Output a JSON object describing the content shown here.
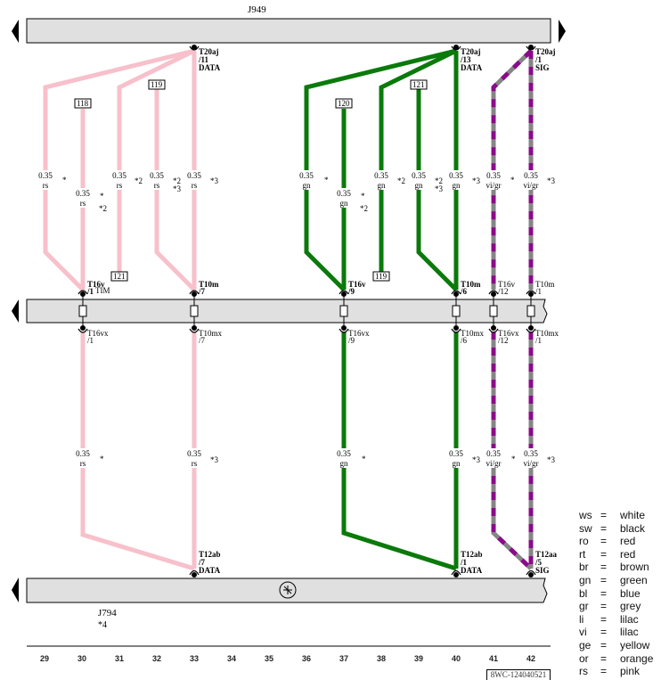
{
  "components": {
    "top": {
      "label": "J949"
    },
    "bottom": {
      "label": "J794",
      "note": "*4",
      "symbol": "ground-circle-icon"
    }
  },
  "colors": {
    "rs": "#f7c0cb",
    "gn": "#0a7a0a",
    "vi": "#8b0a8b",
    "gr": "#858585",
    "bar_fill": "#e0e0e0",
    "bar_stroke": "#000000"
  },
  "top_connectors": [
    {
      "id": "T20aj-11",
      "name": "T20aj",
      "pin": "/11",
      "signal": "DATA"
    },
    {
      "id": "T20aj-13",
      "name": "T20aj",
      "pin": "/13",
      "signal": "DATA"
    },
    {
      "id": "T20aj-1",
      "name": "T20aj",
      "pin": "/1",
      "signal": "SIG"
    }
  ],
  "middle_connectors_upper": [
    {
      "name": "T16v",
      "pin": "/1",
      "extra": "TIM"
    },
    {
      "name": "T10m",
      "pin": "/7",
      "extra": ""
    },
    {
      "name": "T16v",
      "pin": "/9",
      "extra": ""
    },
    {
      "name": "T10m",
      "pin": "/6",
      "extra": ""
    },
    {
      "name": "T16v",
      "pin": "/12",
      "extra": ""
    },
    {
      "name": "T10m",
      "pin": "/1",
      "extra": ""
    }
  ],
  "middle_connectors_lower": [
    {
      "name": "T16vx",
      "pin": "/1"
    },
    {
      "name": "T10mx",
      "pin": "/7"
    },
    {
      "name": "T16vx",
      "pin": "/9"
    },
    {
      "name": "T10mx",
      "pin": "/6"
    },
    {
      "name": "T16vx",
      "pin": "/12"
    },
    {
      "name": "T10mx",
      "pin": "/1"
    }
  ],
  "bottom_connectors": [
    {
      "name": "T12ab",
      "pin": "/7",
      "signal": "DATA"
    },
    {
      "name": "T12ab",
      "pin": "/1",
      "signal": "DATA"
    },
    {
      "name": "T12aa",
      "pin": "/5",
      "signal": "SIG"
    }
  ],
  "ref_boxes": [
    {
      "label": "118"
    },
    {
      "label": "119"
    },
    {
      "label": "121"
    },
    {
      "label": "120"
    },
    {
      "label": "121"
    },
    {
      "label": "119"
    }
  ],
  "wire_labels_upper": [
    {
      "size": "0.35",
      "color": "rs",
      "note": "*"
    },
    {
      "size": "0.35",
      "color": "rs",
      "note": "*",
      "note2": "*2"
    },
    {
      "size": "0.35",
      "color": "rs",
      "note": "*2"
    },
    {
      "size": "0.35",
      "color": "rs",
      "note": "*2",
      "note2": "*3"
    },
    {
      "size": "0.35",
      "color": "rs",
      "note": "*3"
    },
    {
      "size": "0.35",
      "color": "gn",
      "note": "*"
    },
    {
      "size": "0.35",
      "color": "gn",
      "note": "*",
      "note2": "*2"
    },
    {
      "size": "0.35",
      "color": "gn",
      "note": "*2"
    },
    {
      "size": "0.35",
      "color": "gn",
      "note": "*2",
      "note2": "*3"
    },
    {
      "size": "0.35",
      "color": "gn",
      "note": "*3"
    },
    {
      "size": "0.35",
      "color": "vi/gr",
      "note": "*"
    },
    {
      "size": "0.35",
      "color": "vi/gr",
      "note": "*3"
    }
  ],
  "wire_labels_lower": [
    {
      "size": "0.35",
      "color": "rs",
      "note": "*"
    },
    {
      "size": "0.35",
      "color": "rs",
      "note": "*3"
    },
    {
      "size": "0.35",
      "color": "gn",
      "note": "*"
    },
    {
      "size": "0.35",
      "color": "gn",
      "note": "*3"
    },
    {
      "size": "0.35",
      "color": "vi/gr",
      "note": "*"
    },
    {
      "size": "0.35",
      "color": "vi/gr",
      "note": "*3"
    }
  ],
  "column_numbers": [
    "29",
    "30",
    "31",
    "32",
    "33",
    "34",
    "35",
    "36",
    "37",
    "38",
    "39",
    "40",
    "41",
    "42"
  ],
  "legend": [
    {
      "code": "ws",
      "eq": "=",
      "name": "white"
    },
    {
      "code": "sw",
      "eq": "=",
      "name": "black"
    },
    {
      "code": "ro",
      "eq": "=",
      "name": "red"
    },
    {
      "code": "rt",
      "eq": "=",
      "name": "red"
    },
    {
      "code": "br",
      "eq": "=",
      "name": "brown"
    },
    {
      "code": "gn",
      "eq": "=",
      "name": "green"
    },
    {
      "code": "bl",
      "eq": "=",
      "name": "blue"
    },
    {
      "code": "gr",
      "eq": "=",
      "name": "grey"
    },
    {
      "code": "li",
      "eq": "=",
      "name": "lilac"
    },
    {
      "code": "vi",
      "eq": "=",
      "name": "lilac"
    },
    {
      "code": "ge",
      "eq": "=",
      "name": "yellow"
    },
    {
      "code": "or",
      "eq": "=",
      "name": "orange"
    },
    {
      "code": "rs",
      "eq": "=",
      "name": "pink"
    }
  ],
  "document_ref": "8WC-124040521"
}
